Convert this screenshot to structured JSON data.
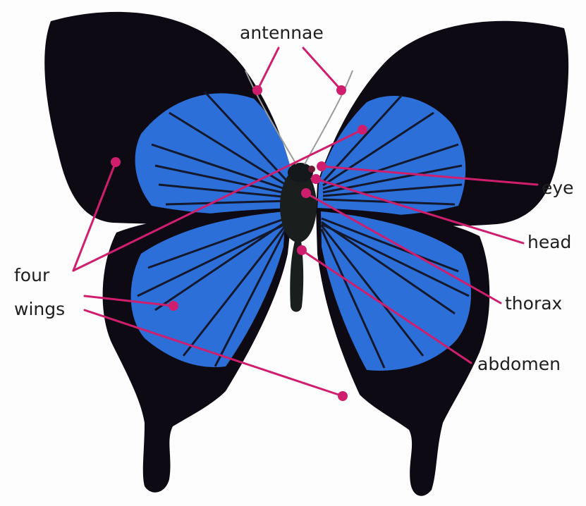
{
  "labels": {
    "antennae": "antennae",
    "eye": "eye",
    "head": "head",
    "thorax": "thorax",
    "abdomen": "abdomen",
    "four": "four",
    "wings": "wings"
  },
  "colors": {
    "wing_black": "#0d0a14",
    "wing_blue": "#2d6fd8",
    "wing_blue_light": "#4a8df0",
    "vein": "#13182c",
    "body": "#1a1f1d",
    "leader_line": "#d01e6e",
    "label_text": "#1e1e1e"
  },
  "icons": {
    "subject": "butterfly-illustration",
    "marker": "pink-dot-marker"
  }
}
